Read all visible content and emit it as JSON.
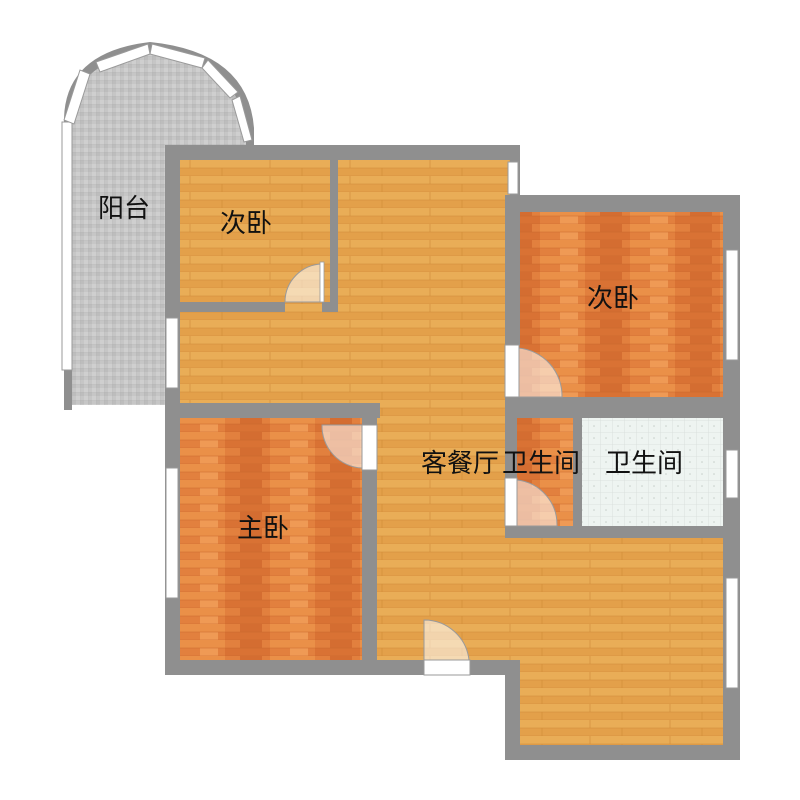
{
  "floorplan": {
    "rooms": {
      "balcony": "阳台",
      "bedroom_small_left": "次卧",
      "bedroom_right": "次卧",
      "master_bedroom": "主卧",
      "living_dining": "客餐厅",
      "bathroom_small": "卫生间",
      "bathroom_large": "卫生间"
    }
  },
  "colors": {
    "wall": "#8f8f8f",
    "wood_light": "#e7a54a",
    "wood_dark": "#d6843b",
    "wood_orange": "#e5803d",
    "tile_gray": "#c4c4c4",
    "tile_light": "#eef3f1",
    "window": "#ffffff"
  }
}
